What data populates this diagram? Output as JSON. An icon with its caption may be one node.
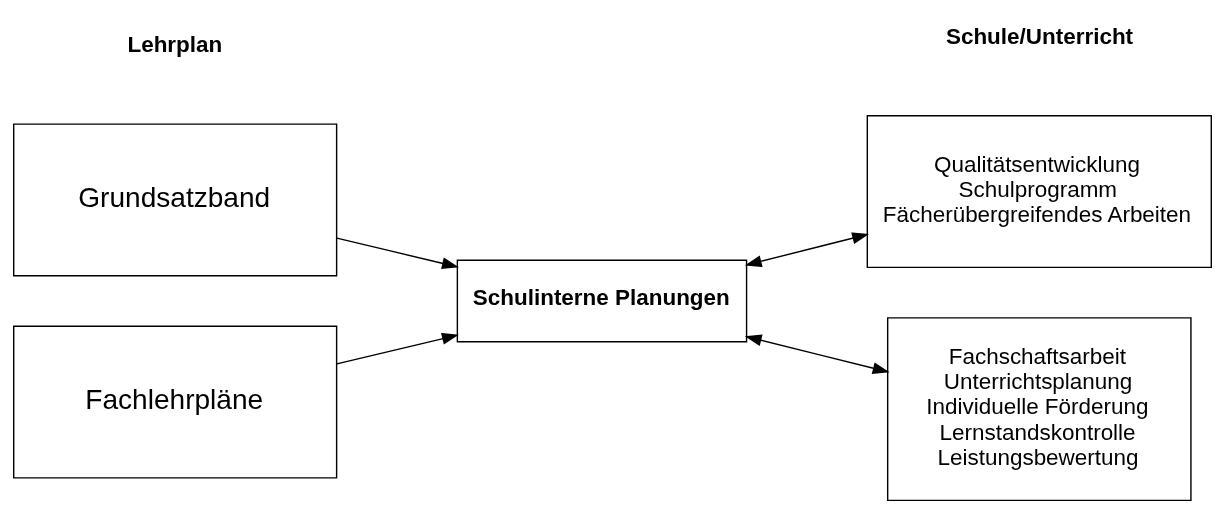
{
  "diagram": {
    "nodes": [
      {
        "text": [
          "Grundsatzband"
        ]
      },
      {
        "text": [
          "Qualitätsentwicklung",
          "Schulprogramm",
          "Fächerübergreifendes Arbeiten"
        ]
      },
      {
        "text": [
          "Schulinterne Planungen"
        ]
      },
      {
        "text": [
          "Fachlehrpläne"
        ]
      },
      {
        "text": [
          "Fachschaftsarbeit",
          "Unterrichtsplanung",
          "Individuelle Förderung",
          "Lernstandskontrolle",
          "Leistungsbewertung"
        ]
      }
    ],
    "edges": [
      {
        "from": 0,
        "to": 2,
        "arrow": "to"
      },
      {
        "from": 2,
        "to": 1,
        "arrow": "both"
      },
      {
        "from": 3,
        "to": 2,
        "arrow": "to"
      },
      {
        "from": 2,
        "to": 4,
        "arrow": "both"
      }
    ],
    "labels": [
      "Lehrplan",
      "Schule/Unterricht"
    ]
  }
}
